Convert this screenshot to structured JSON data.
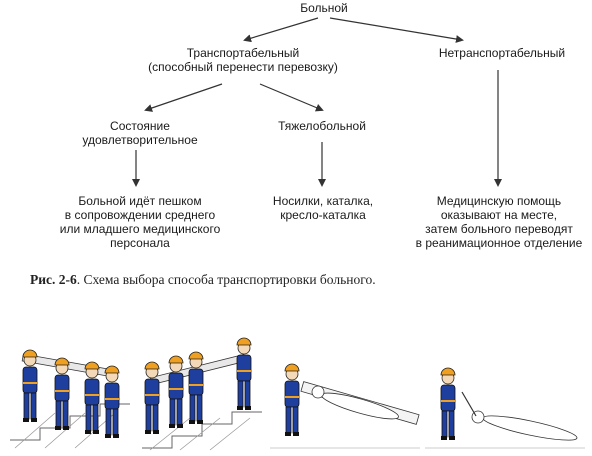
{
  "diagram": {
    "root": "Больной",
    "transportable": "Транспортабельный\n(способный перенести перевозку)",
    "non_transportable": "Нетранспортабельный",
    "satisfactory": "Состояние\nудовлетворительное",
    "severe": "Тяжелобольной",
    "walk_out": "Больной идёт пешком\nв сопровождении среднего\nили младшего медицинского\nперсонала",
    "stretcher_out": "Носилки, каталка,\nкресло-каталка",
    "onsite_out": "Медицинскую помощь\nоказывают на месте,\nзатем больного переводят\nв реанимационное отделение"
  },
  "caption": {
    "label": "Рис. 2-6",
    "text": ". Схема выбора способа транспортировки больного."
  },
  "colors": {
    "rescuer_uniform": "#1f3f9e",
    "helmet": "#f0a020",
    "line": "#333333"
  },
  "illustrations": [
    {
      "name": "stairs-carry-down-illustration"
    },
    {
      "name": "stairs-carry-up-illustration"
    },
    {
      "name": "drag-board-illustration"
    },
    {
      "name": "drag-by-arms-illustration"
    }
  ]
}
